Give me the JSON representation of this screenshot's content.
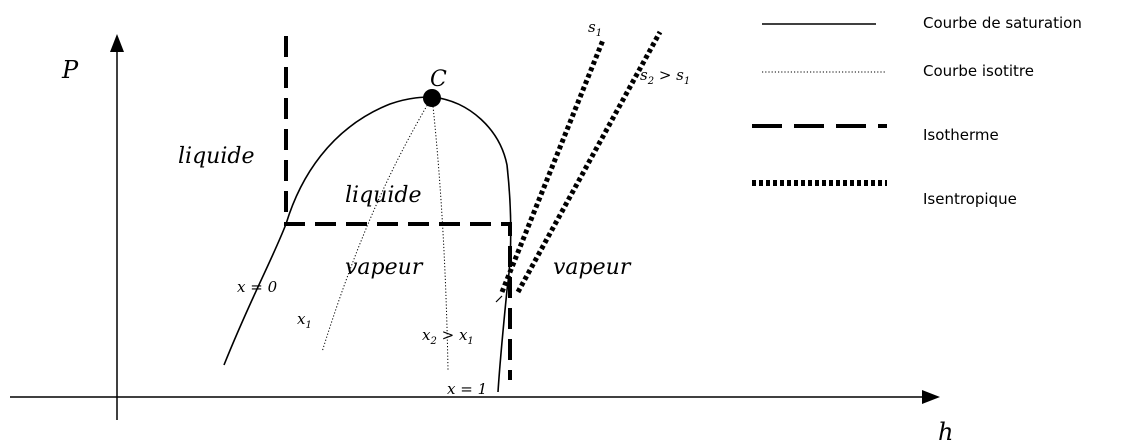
{
  "axes": {
    "y_label": "P",
    "x_label": "h"
  },
  "critical_point": {
    "label": "C"
  },
  "regions": {
    "liquid_left": "liquide",
    "liquid_vapor_top": "liquide",
    "liquid_vapor_bottom": "vapeur",
    "vapor_right": "vapeur"
  },
  "quality_labels": {
    "x0": "x = 0",
    "x1": "x",
    "x1_sub": "1",
    "x2": "x",
    "x2_sub": "2",
    "x2_rel": " > x",
    "x2_rel_sub": "1",
    "xsat": "x = 1"
  },
  "entropy_labels": {
    "s1": "s",
    "s1_sub": "1",
    "s2": "s",
    "s2_sub": "2",
    "s2_rel": " > s",
    "s2_rel_sub": "1"
  },
  "legend": {
    "items": [
      {
        "label": "Courbe de saturation",
        "style": "solid"
      },
      {
        "label": "Courbe isotitre",
        "style": "dotted"
      },
      {
        "label": "Isotherme",
        "style": "dashed"
      },
      {
        "label": "Isentropique",
        "style": "heavy-dotted"
      }
    ]
  },
  "colors": {
    "ink": "#000000",
    "background": "#ffffff"
  }
}
